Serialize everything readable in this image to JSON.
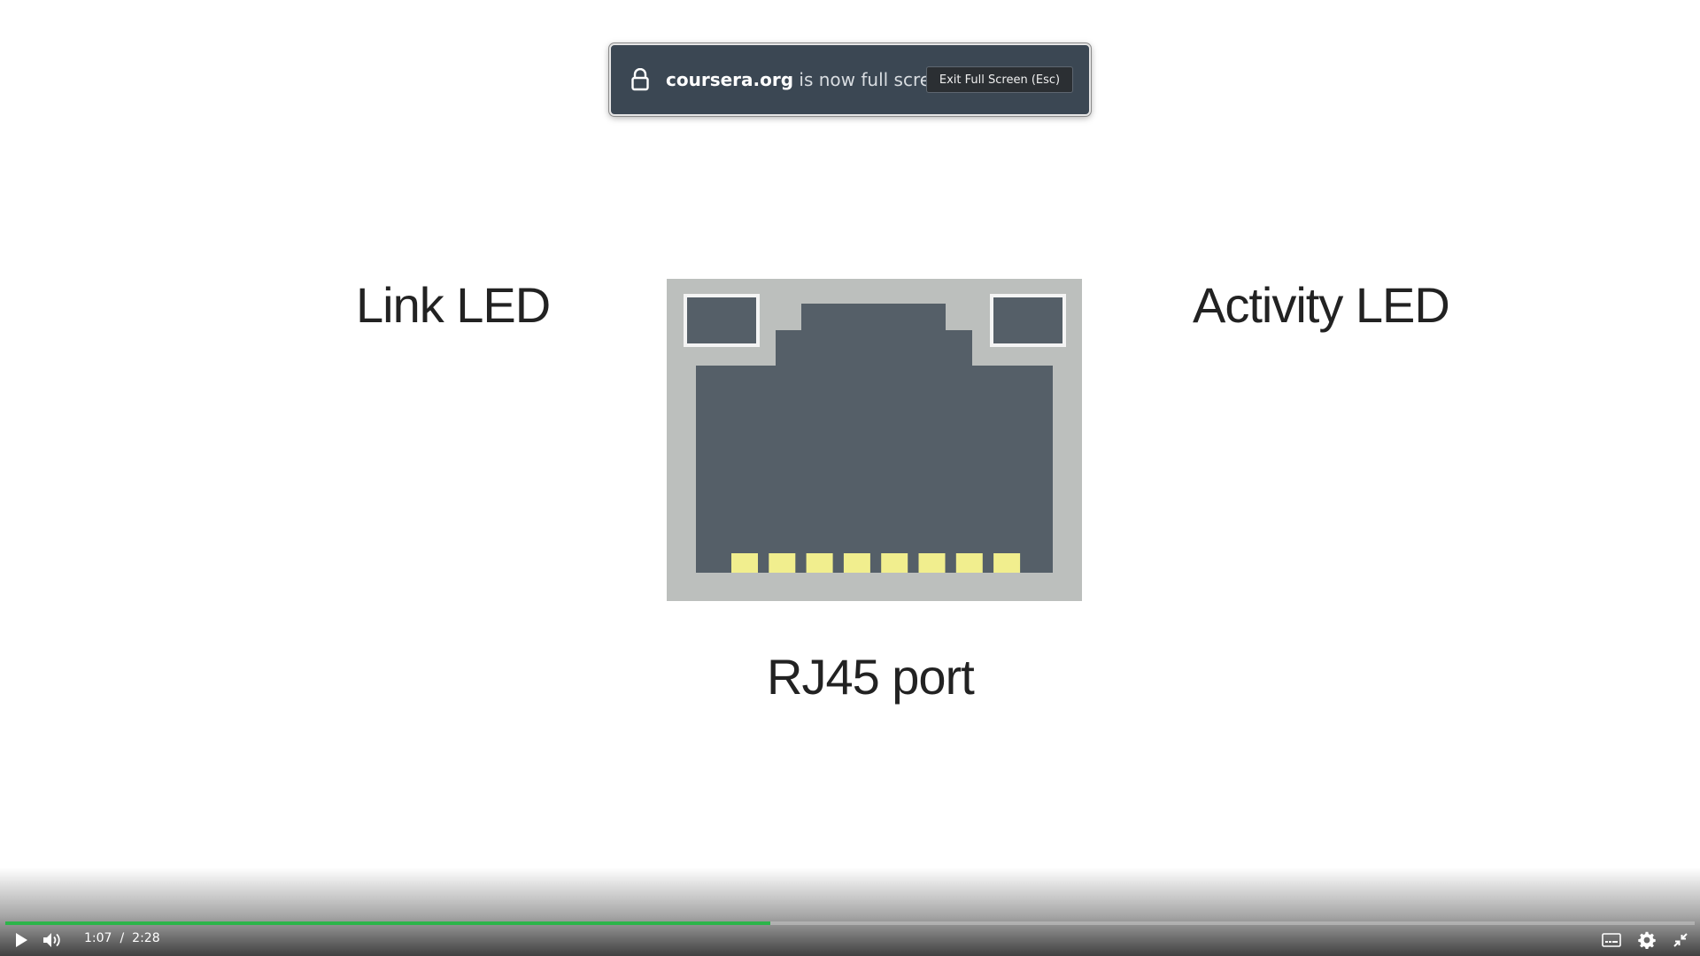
{
  "notification": {
    "domain": "coursera.org",
    "message": " is now full screen",
    "exit_button": "Exit Full Screen (Esc)"
  },
  "slide": {
    "link_led_label": "Link LED",
    "activity_led_label": "Activity LED",
    "port_label": "RJ45 port",
    "pin_count": 8,
    "colors": {
      "port_frame": "#bcbfbd",
      "port_body": "#555f68",
      "led_border": "#f4f4f4",
      "pins": "#f1ee8e"
    }
  },
  "player": {
    "current_time": "1:07",
    "separator": "/",
    "duration": "2:28",
    "progress_fraction": 0.4527,
    "accent_color": "#2cb44a",
    "controls": {
      "play": "play-icon",
      "volume": "volume-icon",
      "captions": "captions-icon",
      "settings": "gear-icon",
      "exit_fullscreen": "exit-fullscreen-icon"
    }
  }
}
